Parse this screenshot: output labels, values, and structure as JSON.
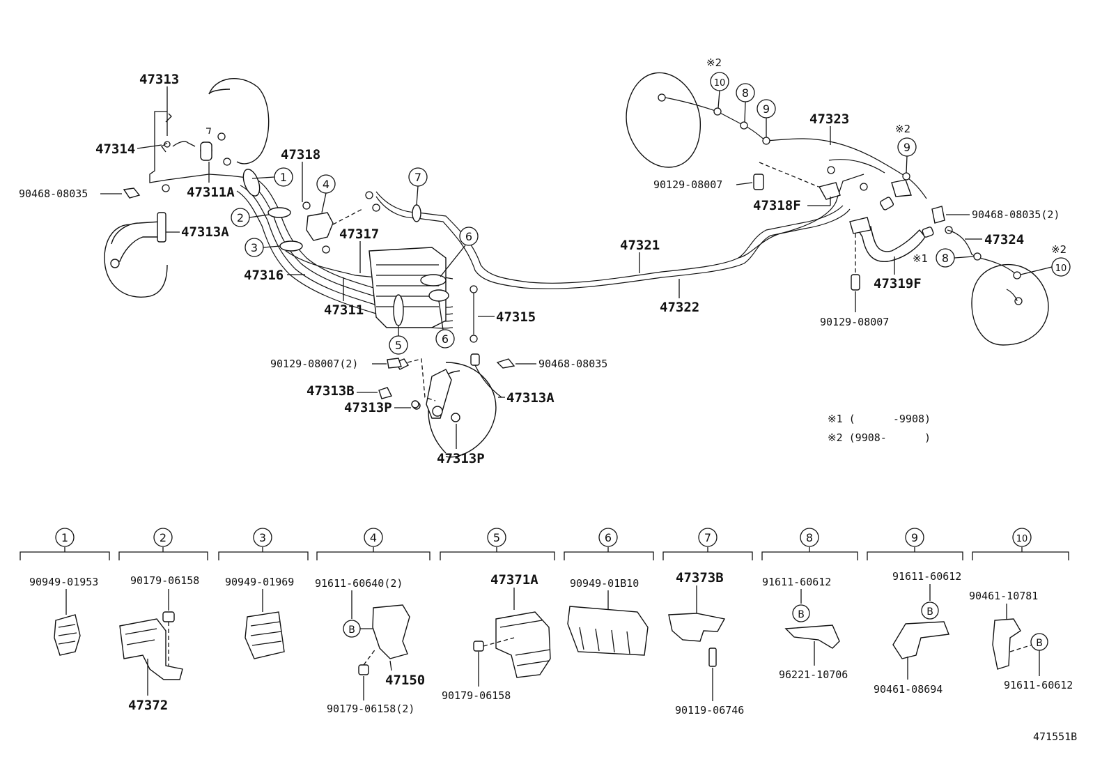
{
  "upper": {
    "p47313": "47313",
    "p47314": "47314",
    "p90468_a": "90468-08035",
    "p47311A": "47311A",
    "p47313A_a": "47313A",
    "p47318": "47318",
    "p47317": "47317",
    "p47316": "47316",
    "p47311": "47311",
    "p47315": "47315",
    "p47321": "47321",
    "p47322": "47322",
    "p90129_a": "90129-08007(2)",
    "p90468_b": "90468-08035",
    "p47313B": "47313B",
    "p47313P_a": "47313P",
    "p47313A_b": "47313A",
    "p47313P_b": "47313P",
    "p47323": "47323",
    "p90129_b": "90129-08007",
    "p47318F": "47318F",
    "p90468_c": "90468-08035(2)",
    "p47324": "47324",
    "p47319F": "47319F",
    "p90129_c": "90129-08007"
  },
  "callouts": [
    "1",
    "2",
    "3",
    "4",
    "5",
    "6",
    "7",
    "8",
    "9",
    "10"
  ],
  "marks": {
    "m2a": "※2",
    "m2b": "※2",
    "m2c": "※2",
    "m1": "※1",
    "note1": "※1 (      -9908)",
    "note2": "※2 (9908-      )"
  },
  "groups": [
    {
      "num": "1",
      "parts": [
        "90949-01953"
      ]
    },
    {
      "num": "2",
      "parts": [
        "90179-06158",
        "47372"
      ]
    },
    {
      "num": "3",
      "parts": [
        "90949-01969"
      ]
    },
    {
      "num": "4",
      "parts": [
        "91611-60640(2)",
        "B",
        "47150",
        "90179-06158(2)"
      ]
    },
    {
      "num": "5",
      "parts": [
        "47371A",
        "90179-06158"
      ]
    },
    {
      "num": "6",
      "parts": [
        "90949-01B10"
      ]
    },
    {
      "num": "7",
      "parts": [
        "47373B",
        "90119-06746"
      ]
    },
    {
      "num": "8",
      "parts": [
        "91611-60612",
        "B",
        "96221-10706"
      ]
    },
    {
      "num": "9",
      "parts": [
        "91611-60612",
        "B",
        "90461-08694"
      ]
    },
    {
      "num": "10",
      "parts": [
        "90461-10781",
        "B",
        "91611-60612"
      ]
    }
  ],
  "figure_id": "471551B"
}
